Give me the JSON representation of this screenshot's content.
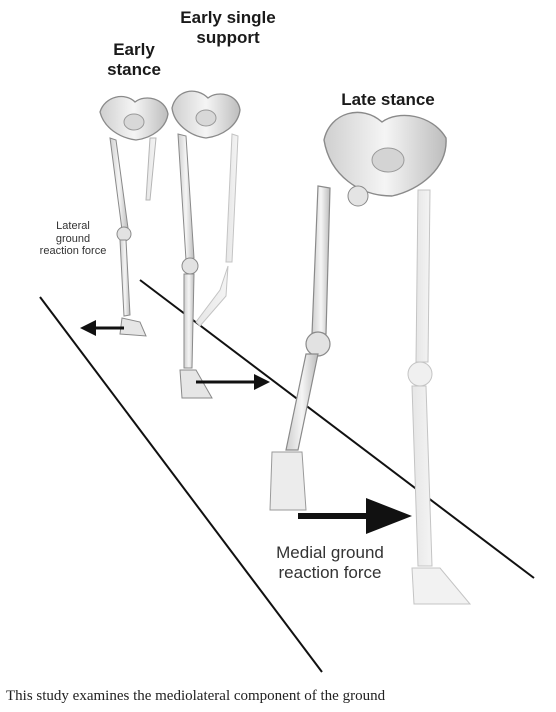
{
  "labels": {
    "early_stance": "Early stance",
    "early_single_support": "Early single support",
    "late_stance": "Late stance",
    "lateral_force": "Lateral ground reaction force",
    "medial_force": "Medial ground reaction force"
  },
  "caption": "This study examines the mediolateral component of the ground",
  "colors": {
    "bone": "#e8e8e8",
    "bone_outline": "#8a8a8a",
    "arrow": "#111111",
    "walkway_line": "#111111"
  },
  "icons": {
    "pelvis": "pelvis-bone",
    "leg": "leg-skeleton",
    "arrow": "arrow-right"
  }
}
